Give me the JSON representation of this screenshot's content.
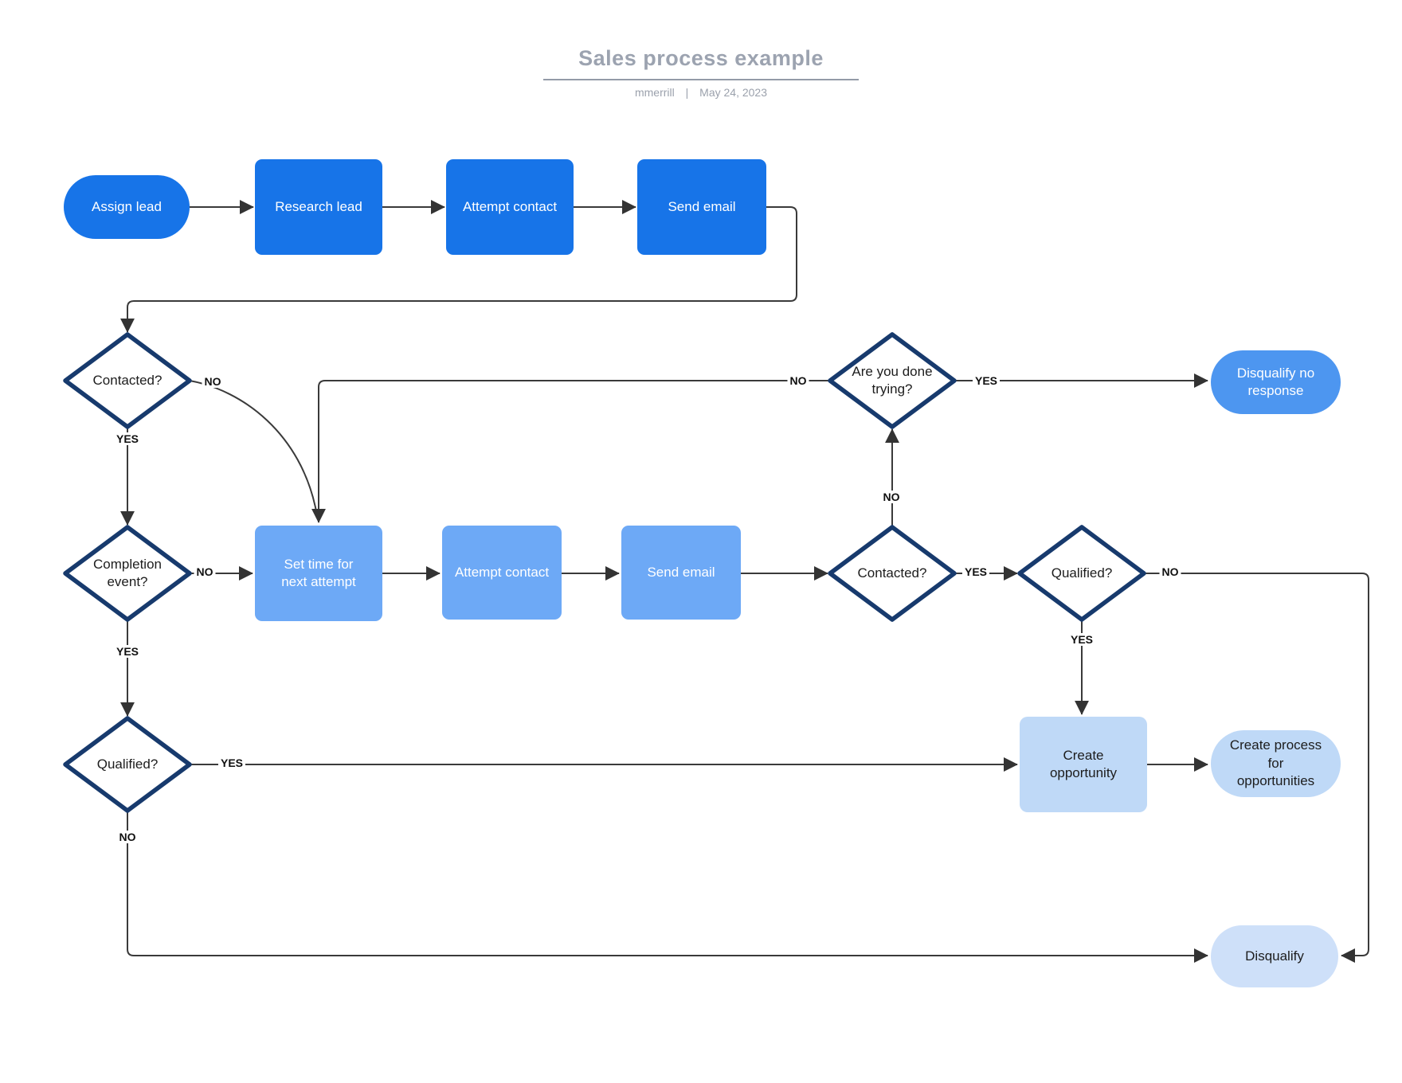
{
  "header": {
    "title": "Sales process example",
    "author": "mmerrill",
    "separator": "|",
    "date": "May 24, 2023"
  },
  "colors": {
    "process_blue": "#1774E8",
    "process_medium_blue": "#6DA9F6",
    "terminator_blue": "#4D96F0",
    "terminator_pale_blue": "#BFD9F7",
    "terminator_paler_blue": "#CEE0F9",
    "diamond_border_navy": "#173A6D",
    "connector_gray": "#3a3a3a",
    "title_gray": "#9CA3B0"
  },
  "nodes": {
    "assign_lead": {
      "label": "Assign lead",
      "type": "start"
    },
    "research_lead": {
      "label": "Research lead",
      "type": "process"
    },
    "attempt_contact_1": {
      "label": "Attempt contact",
      "type": "process"
    },
    "send_email_1": {
      "label": "Send email",
      "type": "process"
    },
    "contacted_1": {
      "label": "Contacted?",
      "type": "decision"
    },
    "are_you_done_trying": {
      "label": "Are you done\ntrying?",
      "type": "decision"
    },
    "disqualify_no_response": {
      "label": "Disqualify no\nresponse",
      "type": "terminator"
    },
    "completion_event": {
      "label": "Completion\nevent?",
      "type": "decision"
    },
    "set_time": {
      "label": "Set time for\nnext attempt",
      "type": "process"
    },
    "attempt_contact_2": {
      "label": "Attempt contact",
      "type": "process"
    },
    "send_email_2": {
      "label": "Send email",
      "type": "process"
    },
    "contacted_2": {
      "label": "Contacted?",
      "type": "decision"
    },
    "qualified_right": {
      "label": "Qualified?",
      "type": "decision"
    },
    "qualified_left": {
      "label": "Qualified?",
      "type": "decision"
    },
    "create_opportunity": {
      "label": "Create\nopportunity",
      "type": "process"
    },
    "create_process": {
      "label": "Create process\nfor\nopportunities",
      "type": "terminator"
    },
    "disqualify": {
      "label": "Disqualify",
      "type": "terminator"
    }
  },
  "edge_labels": {
    "contacted_1_no": "NO",
    "contacted_1_yes": "YES",
    "done_trying_no": "NO",
    "done_trying_yes": "YES",
    "completion_no": "NO",
    "completion_yes": "YES",
    "contacted_2_no": "NO",
    "contacted_2_yes": "YES",
    "qualified_right_no": "NO",
    "qualified_right_yes": "YES",
    "qualified_left_yes": "YES",
    "qualified_left_no": "NO"
  },
  "edges": [
    {
      "from": "Assign lead",
      "to": "Research lead",
      "label": ""
    },
    {
      "from": "Research lead",
      "to": "Attempt contact",
      "label": ""
    },
    {
      "from": "Attempt contact",
      "to": "Send email",
      "label": ""
    },
    {
      "from": "Send email",
      "to": "Contacted?",
      "label": ""
    },
    {
      "from": "Contacted?",
      "to": "Set time for next attempt",
      "label": "NO"
    },
    {
      "from": "Contacted?",
      "to": "Completion event?",
      "label": "YES"
    },
    {
      "from": "Completion event?",
      "to": "Set time for next attempt",
      "label": "NO"
    },
    {
      "from": "Completion event?",
      "to": "Qualified? (left)",
      "label": "YES"
    },
    {
      "from": "Set time for next attempt",
      "to": "Attempt contact (2)",
      "label": ""
    },
    {
      "from": "Attempt contact (2)",
      "to": "Send email (2)",
      "label": ""
    },
    {
      "from": "Send email (2)",
      "to": "Contacted? (2)",
      "label": ""
    },
    {
      "from": "Contacted? (2)",
      "to": "Are you done trying?",
      "label": "NO"
    },
    {
      "from": "Contacted? (2)",
      "to": "Qualified? (right)",
      "label": "YES"
    },
    {
      "from": "Are you done trying?",
      "to": "Set time for next attempt",
      "label": "NO"
    },
    {
      "from": "Are you done trying?",
      "to": "Disqualify no response",
      "label": "YES"
    },
    {
      "from": "Qualified? (right)",
      "to": "Create opportunity",
      "label": "YES"
    },
    {
      "from": "Qualified? (right)",
      "to": "Disqualify",
      "label": "NO"
    },
    {
      "from": "Qualified? (left)",
      "to": "Create opportunity",
      "label": "YES"
    },
    {
      "from": "Qualified? (left)",
      "to": "Disqualify",
      "label": "NO"
    },
    {
      "from": "Create opportunity",
      "to": "Create process for opportunities",
      "label": ""
    }
  ]
}
